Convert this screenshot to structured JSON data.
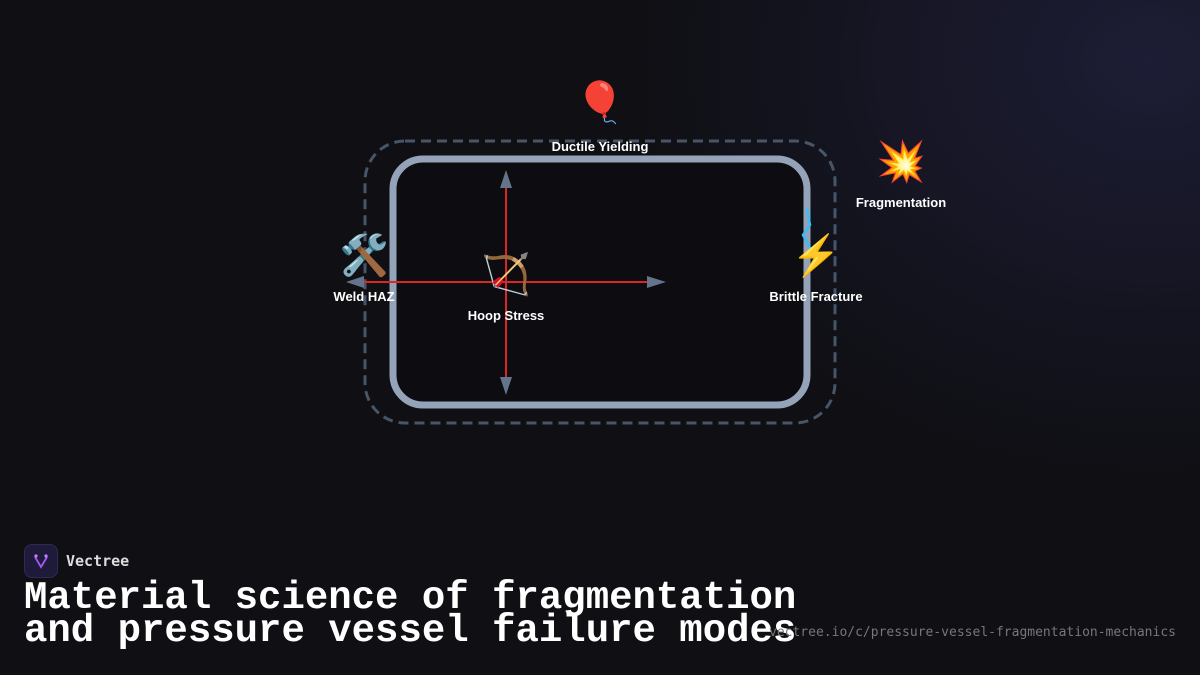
{
  "diagram": {
    "labels": {
      "top": "Ductile Yielding",
      "left": "Weld HAZ",
      "center": "Hoop Stress",
      "right": "Brittle Fracture",
      "outside": "Fragmentation"
    },
    "icons": {
      "top": "balloon-icon",
      "left": "hammer-wrench-icon",
      "center": "bow-arrow-icon",
      "right": "lightning-icon",
      "outside": "collision-icon"
    },
    "colors": {
      "vessel": "#94a3b8",
      "boundary": "#475569",
      "stress_axes": "#dc2626",
      "arrowheads": "#64748b",
      "crack": "#38bdf8"
    }
  },
  "brand": {
    "name": "Vectree"
  },
  "title": {
    "line1": "Material science of fragmentation",
    "line2": "and pressure vessel failure modes"
  },
  "url": "vectree.io/c/pressure-vessel-fragmentation-mechanics"
}
